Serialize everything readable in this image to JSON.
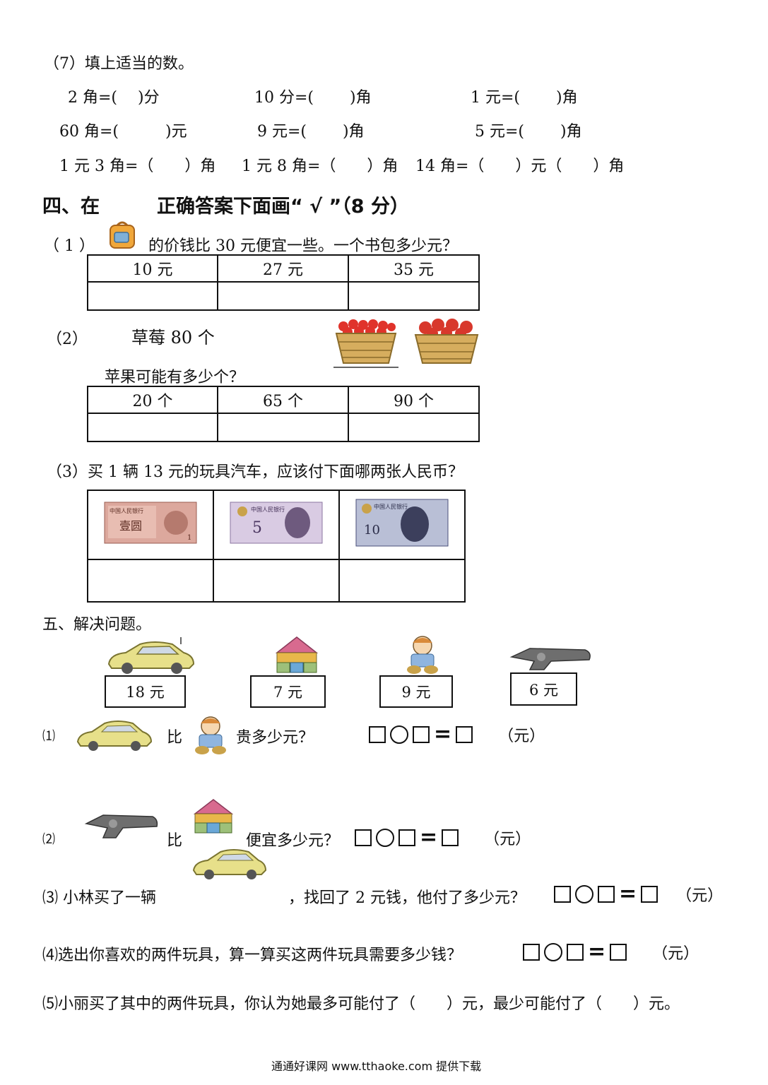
{
  "q7": {
    "title": "（7）填上适当的数。",
    "rows": [
      [
        "2 角=(　 )分",
        "10 分=(　　 )角",
        "1 元=(　　 )角"
      ],
      [
        "60 角=(　　　)元",
        "9 元=(　　 )角",
        "5 元=(　　 )角"
      ],
      [
        "1 元 3 角=（　　）角",
        "1 元 8 角=（　　）角",
        "14 角=（　　）元（　　）角"
      ]
    ]
  },
  "section4": {
    "title": "四、在　　　正确答案下面画“ √ ”（8 分）",
    "q1": {
      "prefix": "（ 1 ）",
      "text": "的价钱比 30 元便宜一些。一个书包多少元？",
      "options": [
        "10 元",
        "27 元",
        "35 元"
      ]
    },
    "q2": {
      "prefix": "（2）",
      "fact": "草莓 80 个",
      "question": "苹果可能有多少个？",
      "options": [
        "20 个",
        "65 个",
        "90 个"
      ]
    },
    "q3": {
      "text": "（3）买 1 辆 13 元的玩具汽车，应该付下面哪两张人民币？",
      "notes": [
        {
          "top_text": "中国人民银行",
          "value": "1",
          "name": "壹圆",
          "color": "#c98f86"
        },
        {
          "top_text": "中国人民银行",
          "value": "5",
          "name": "",
          "color": "#b59ac4"
        },
        {
          "top_text": "中国人民银行",
          "value": "10",
          "name": "",
          "color": "#5f5a8a"
        }
      ]
    }
  },
  "section5": {
    "title": "五、解决问题。",
    "prices": [
      "18 元",
      "7 元",
      "9 元",
      "6 元"
    ],
    "compare_word": "比",
    "p1": {
      "label": "⑴",
      "question": "贵多少元？",
      "unit": "（元）"
    },
    "p2": {
      "label": "⑵",
      "question": "便宜多少元？",
      "unit": "（元）"
    },
    "p3": {
      "label": "⑶ 小林买了一辆",
      "question": "，找回了 2 元钱，他付了多少元？",
      "unit": "（元）"
    },
    "p4": {
      "text": "⑷选出你喜欢的两件玩具，算一算买这两件玩具需要多少钱？",
      "unit": "（元）"
    },
    "p5": {
      "text": "⑸小丽买了其中的两件玩具，你认为她最多可能付了（　　）元，最少可能付了（　　）元。"
    }
  },
  "footer": "通通好课网  www.tthaoke.com  提供下载",
  "colors": {
    "car": "#e7e08a",
    "block_roof": "#d86a8f",
    "block_base": "#9dc07a",
    "gun": "#6e6e6e"
  }
}
